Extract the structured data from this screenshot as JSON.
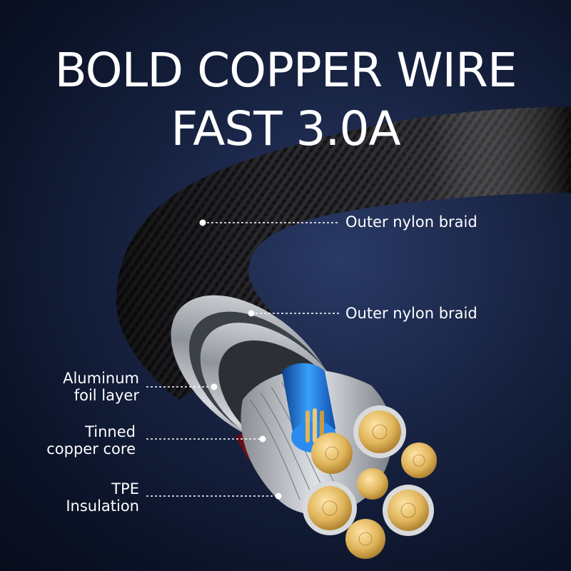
{
  "headline": {
    "line1": "BOLD COPPER WIRE",
    "line2": "FAST 3.0A"
  },
  "callouts": {
    "outer_braid_1": "Outer nylon braid",
    "outer_braid_2": "Outer nylon braid",
    "aluminum_line1": "Aluminum",
    "aluminum_line2": "foil layer",
    "tinned_line1": "Tinned",
    "tinned_line2": "copper core",
    "tpe_line1": "TPE",
    "tpe_line2": "Insulation"
  },
  "colors": {
    "background": "#0b1226",
    "braid": "#1a1a1c",
    "foil": "#b8bcc2",
    "copper_gold": "#e0b45a",
    "blue_wire": "#1f73d6",
    "red_wire": "#b3202c",
    "text": "#ffffff"
  }
}
